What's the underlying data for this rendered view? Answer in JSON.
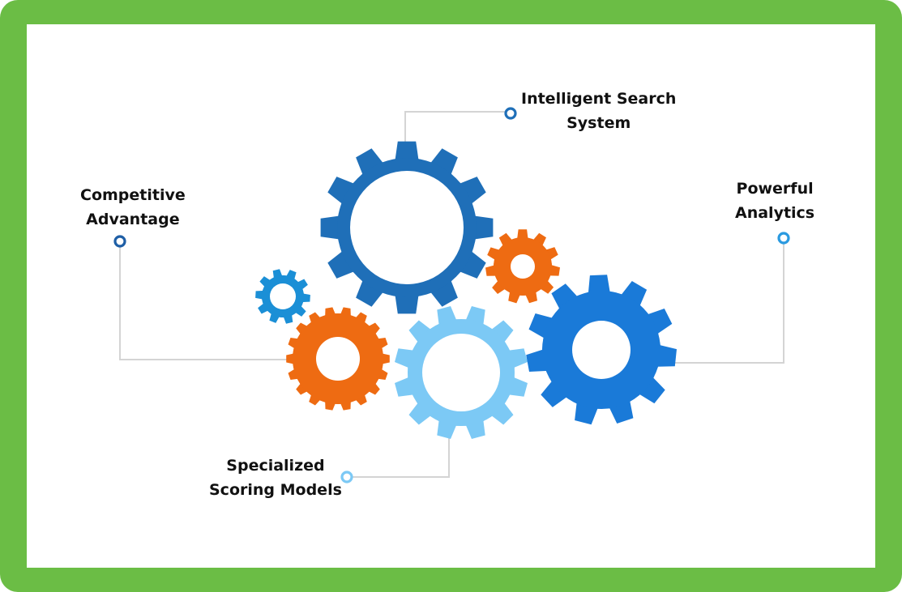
{
  "labels": {
    "intelligent_search": {
      "line1": "Intelligent Search",
      "line2": "System"
    },
    "competitive_advantage": {
      "line1": "Competitive",
      "line2": "Advantage"
    },
    "powerful_analytics": {
      "line1": "Powerful",
      "line2": "Analytics"
    },
    "specialized_scoring": {
      "line1": "Specialized",
      "line2": "Scoring Models"
    }
  },
  "colors": {
    "frame": "#6bbd45",
    "gear_dark_blue": "#1f6fb8",
    "gear_orange": "#ee6b12",
    "gear_light_blue": "#7cc9f5",
    "gear_mid_blue": "#1a7ad8",
    "gear_small_blue": "#1b8fd6",
    "connector": "#d4d4d4"
  }
}
